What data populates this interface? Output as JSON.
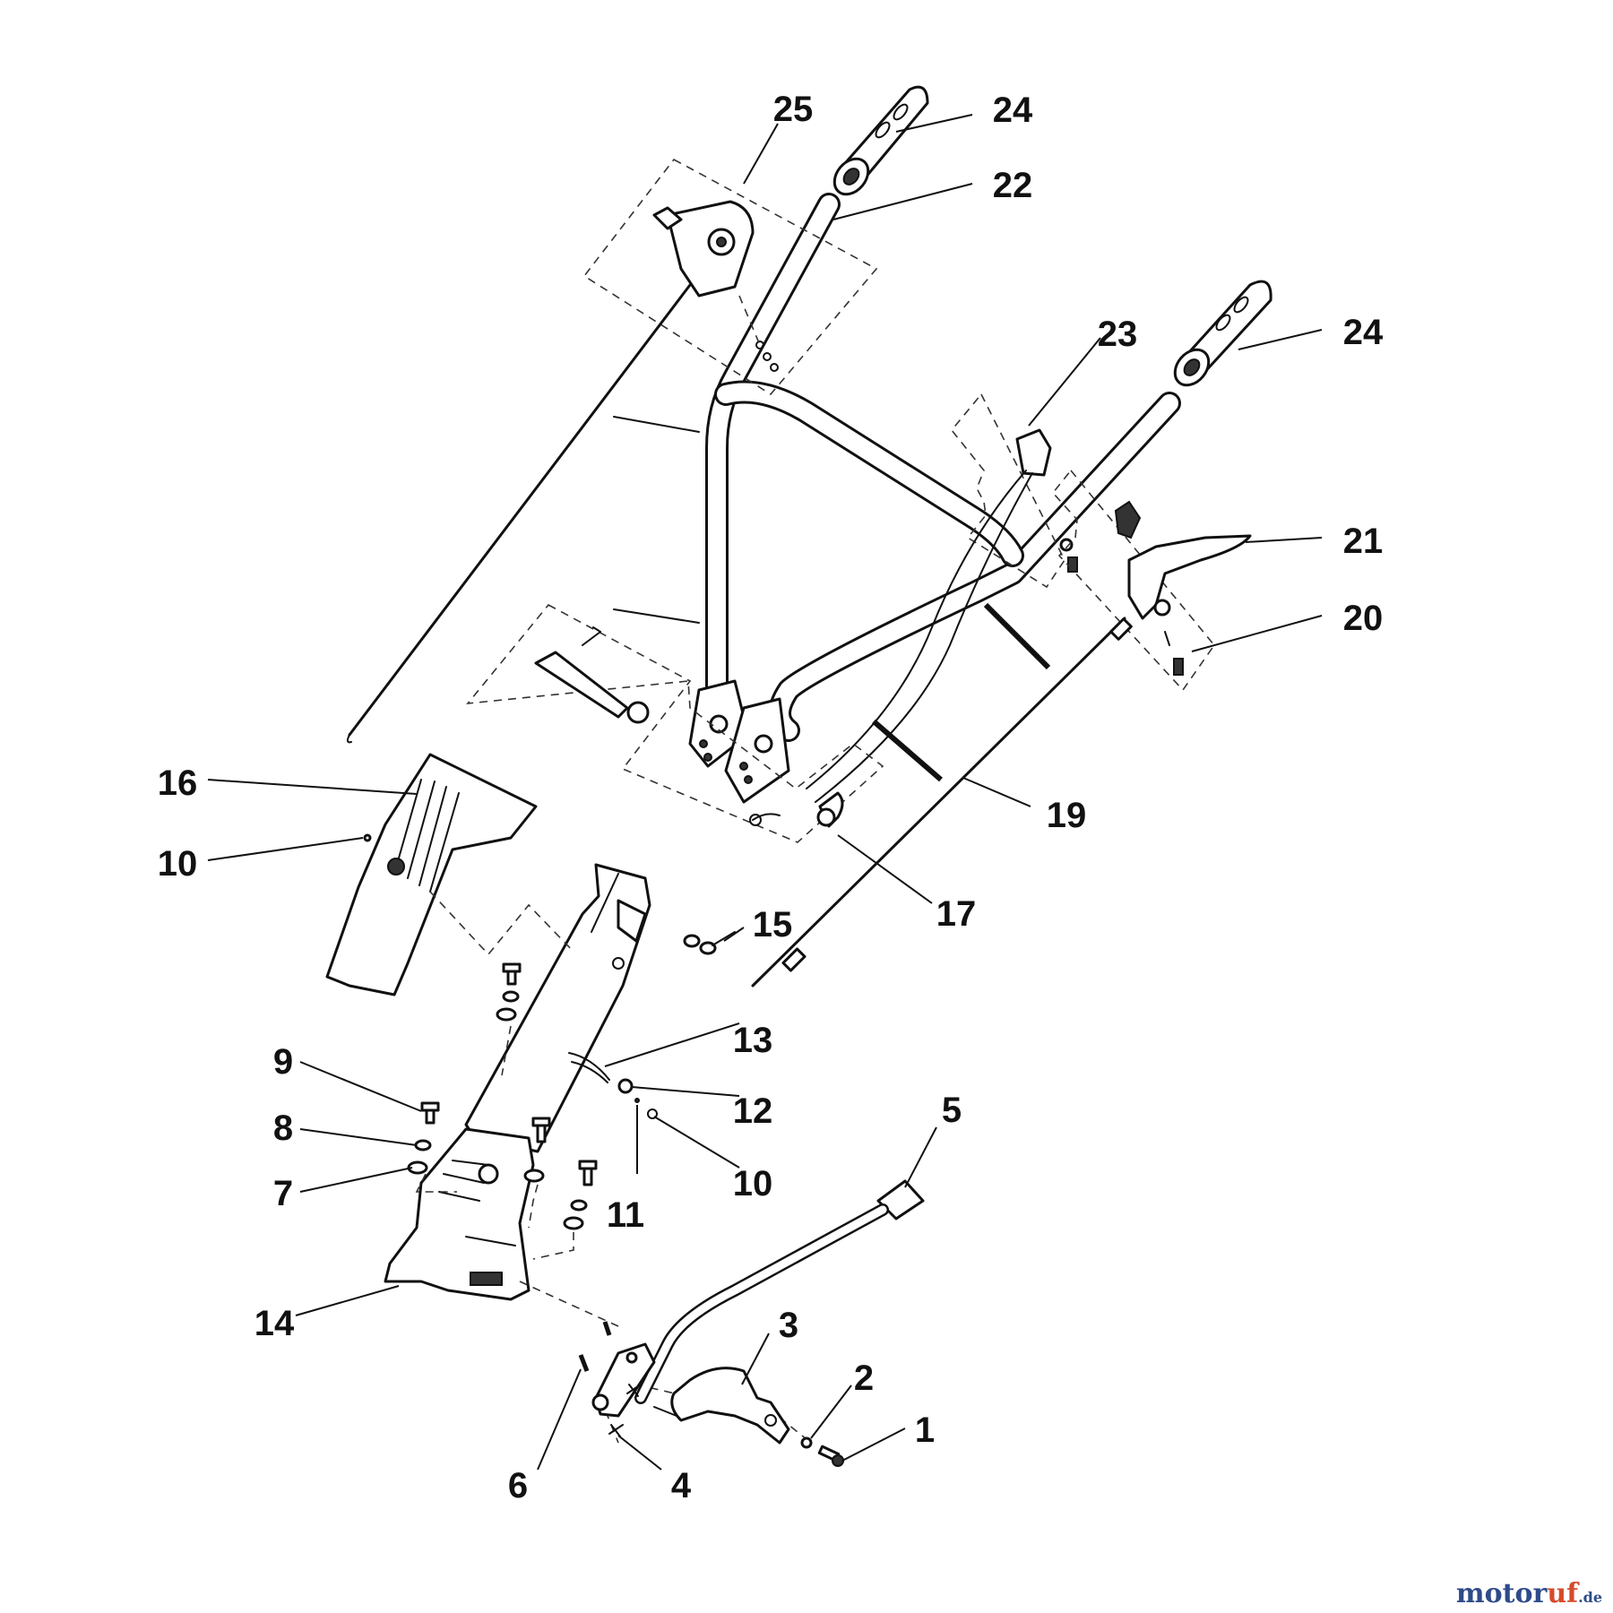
{
  "diagram": {
    "callouts": [
      {
        "id": "25",
        "text": "25"
      },
      {
        "id": "24a",
        "text": "24"
      },
      {
        "id": "22",
        "text": "22"
      },
      {
        "id": "23",
        "text": "23"
      },
      {
        "id": "24b",
        "text": "24"
      },
      {
        "id": "21",
        "text": "21"
      },
      {
        "id": "20",
        "text": "20"
      },
      {
        "id": "16",
        "text": "16"
      },
      {
        "id": "10a",
        "text": "10"
      },
      {
        "id": "19",
        "text": "19"
      },
      {
        "id": "17",
        "text": "17"
      },
      {
        "id": "15",
        "text": "15"
      },
      {
        "id": "13",
        "text": "13"
      },
      {
        "id": "9",
        "text": "9"
      },
      {
        "id": "12",
        "text": "12"
      },
      {
        "id": "5",
        "text": "5"
      },
      {
        "id": "8",
        "text": "8"
      },
      {
        "id": "10b",
        "text": "10"
      },
      {
        "id": "7",
        "text": "7"
      },
      {
        "id": "11",
        "text": "11"
      },
      {
        "id": "14",
        "text": "14"
      },
      {
        "id": "3",
        "text": "3"
      },
      {
        "id": "2",
        "text": "2"
      },
      {
        "id": "1",
        "text": "1"
      },
      {
        "id": "6",
        "text": "6"
      },
      {
        "id": "4",
        "text": "4"
      }
    ]
  },
  "watermark": {
    "brand": "motor",
    "accent": "uf",
    "suffix": ".de"
  }
}
